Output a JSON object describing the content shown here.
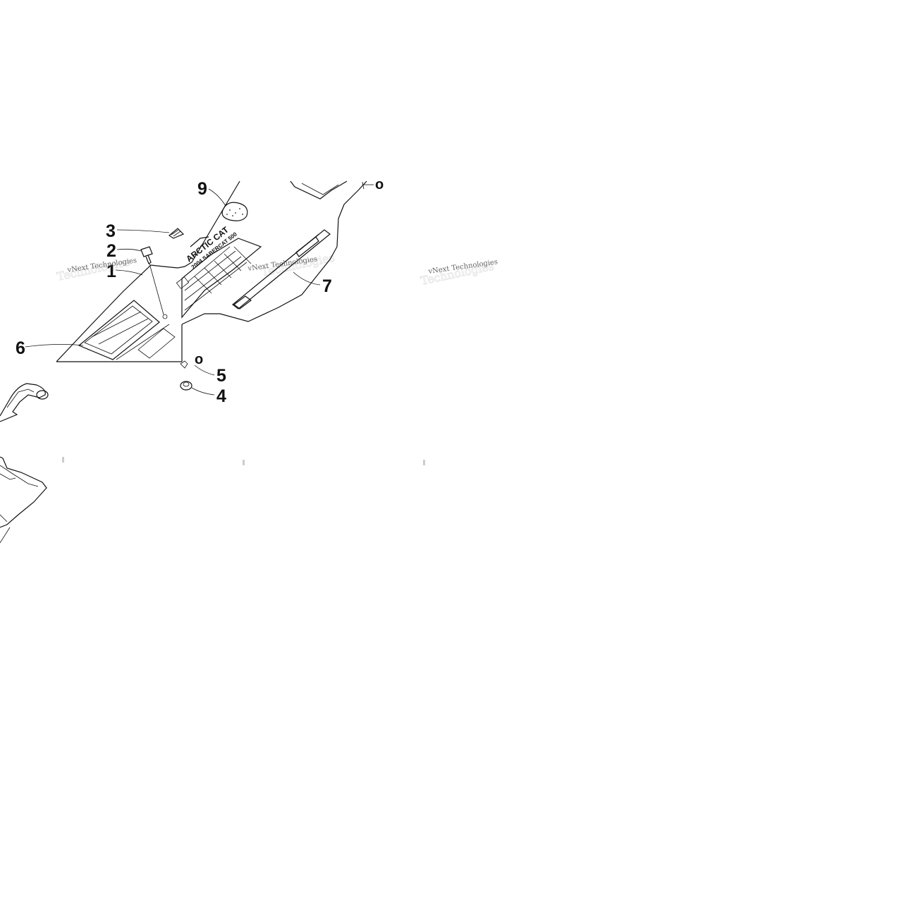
{
  "callouts": [
    {
      "id": "1",
      "label": "1"
    },
    {
      "id": "2",
      "label": "2"
    },
    {
      "id": "3",
      "label": "3"
    },
    {
      "id": "4",
      "label": "4"
    },
    {
      "id": "5",
      "label": "5"
    },
    {
      "id": "6",
      "label": "6"
    },
    {
      "id": "7",
      "label": "7"
    },
    {
      "id": "9",
      "label": "9"
    }
  ],
  "markers": {
    "o_top": "o",
    "o_mid": "o"
  },
  "decal": {
    "brand": "ARCTIC CAT",
    "model": "2004 SABERCAT 500"
  },
  "watermarks": {
    "text": "vNext Technologies",
    "ghost": "Technologies"
  }
}
